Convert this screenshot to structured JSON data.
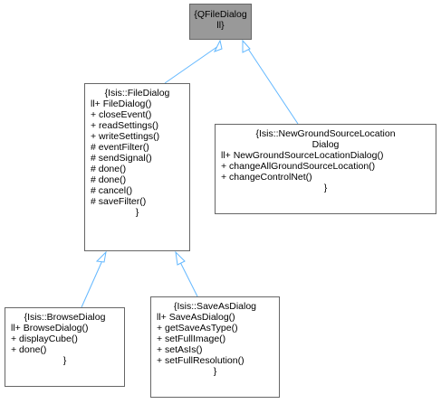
{
  "diagram": {
    "edge_color": "#63b8ff",
    "border_color": "#666666",
    "base_fill": "#999999",
    "nodes": {
      "qfiledialog": {
        "lines": [
          "{QFileDialog",
          "ll}"
        ]
      },
      "filedialog": {
        "lines": [
          "{Isis::FileDialog",
          "ll+ FileDialog()",
          "+ closeEvent()",
          "+ readSettings()",
          "+ writeSettings()",
          "# eventFilter()",
          "# sendSignal()",
          "# done()",
          "# done()",
          "# cancel()",
          "# saveFilter()",
          "}"
        ]
      },
      "ngsl": {
        "lines": [
          "{Isis::NewGroundSourceLocation",
          "Dialog",
          "ll+ NewGroundSourceLocationDialog()",
          "+ changeAllGroundSourceLocation()",
          "+ changeControlNet()",
          "}"
        ]
      },
      "browse": {
        "lines": [
          "{Isis::BrowseDialog",
          "ll+ BrowseDialog()",
          "+ displayCube()",
          "+ done()",
          "}"
        ]
      },
      "saveas": {
        "lines": [
          "{Isis::SaveAsDialog",
          "ll+ SaveAsDialog()",
          "+ getSaveAsType()",
          "+ setFullImage()",
          "+ setAsIs()",
          "+ setFullResolution()",
          "}"
        ]
      }
    }
  }
}
